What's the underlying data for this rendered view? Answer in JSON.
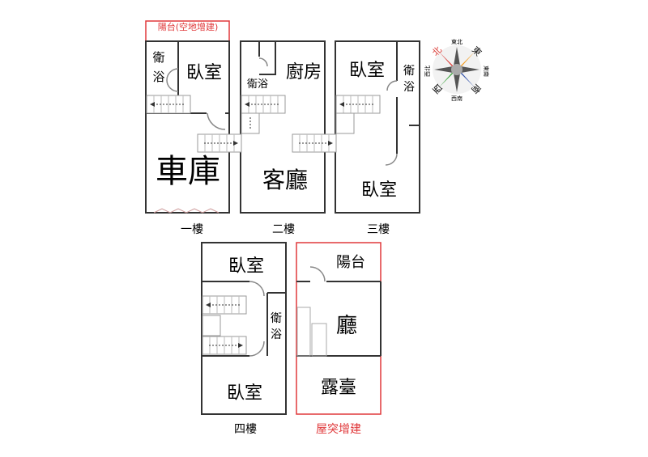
{
  "floors": {
    "f1": {
      "label": "一樓",
      "balcony": "陽台(空地增建)",
      "bath": [
        "衛",
        "浴"
      ],
      "bedroom": "臥室",
      "garage": "車庫"
    },
    "f2": {
      "label": "二樓",
      "kitchen": "廚房",
      "bath": "衛浴",
      "living": "客廳"
    },
    "f3": {
      "label": "三樓",
      "bedroom_top": "臥室",
      "bath": [
        "衛",
        "浴"
      ],
      "bedroom_bottom": "臥室"
    },
    "f4": {
      "label": "四樓",
      "bedroom_top": "臥室",
      "bath": [
        "衛",
        "浴"
      ],
      "bedroom_bottom": "臥室"
    },
    "roof": {
      "label": "屋突增建",
      "balcony": "陽台",
      "hall": "廳",
      "terrace": "露臺"
    }
  },
  "compass": {
    "n": "北",
    "ne": "東北",
    "e": "東",
    "se": "東南",
    "s": "南",
    "sw": "西南",
    "w": "西",
    "nw": "西北"
  },
  "colors": {
    "wall": "#333333",
    "addition": "#e0393b",
    "stair": "#b0b0b0"
  }
}
